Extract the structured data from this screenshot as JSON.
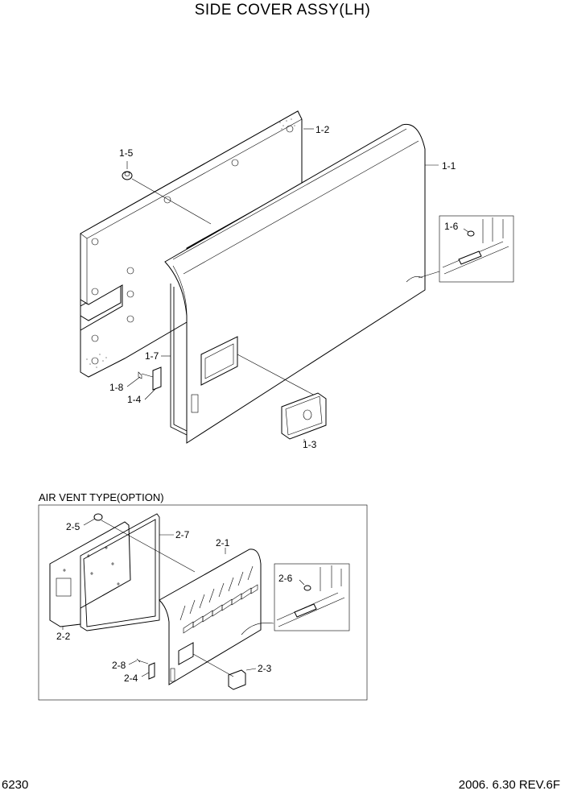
{
  "title": "SIDE COVER ASSY(LH)",
  "page_number": "6230",
  "revision": "2006. 6.30  REV.6F",
  "section_label": "AIR VENT TYPE(OPTION)",
  "callouts_main": [
    "1-1",
    "1-2",
    "1-3",
    "1-4",
    "1-5",
    "1-6",
    "1-7",
    "1-8"
  ],
  "callouts_option": [
    "2-1",
    "2-2",
    "2-3",
    "2-4",
    "2-5",
    "2-6",
    "2-7",
    "2-8"
  ]
}
